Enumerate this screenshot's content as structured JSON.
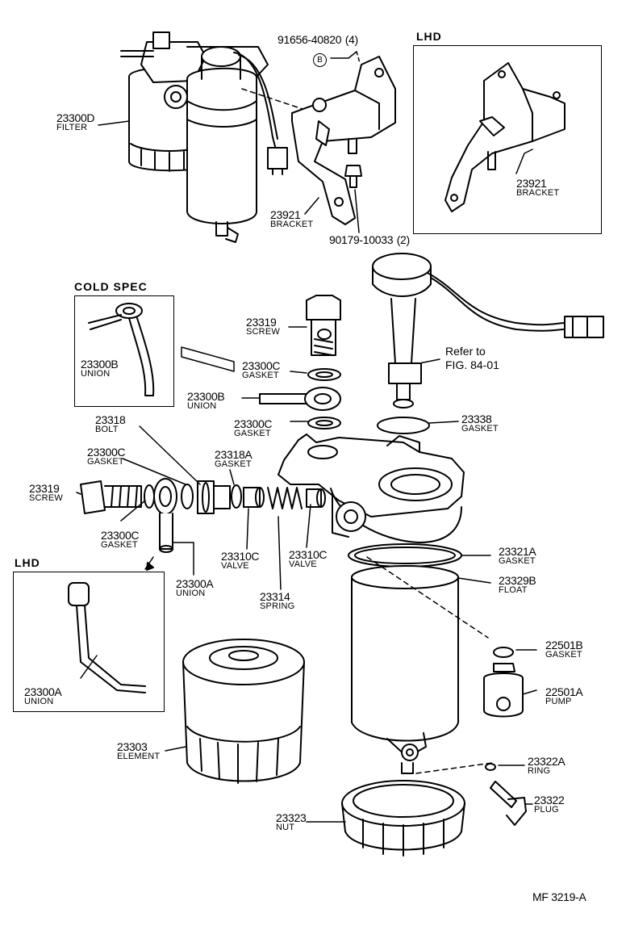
{
  "diagram": {
    "ref_code": "MF 3219-A",
    "boxes": {
      "lhd_top": "LHD",
      "cold_spec": "COLD SPEC",
      "lhd_bottom": "LHD"
    },
    "callouts": {
      "c23300D": {
        "part": "23300D",
        "name": "FILTER"
      },
      "c91656": {
        "part": "91656-40820",
        "qty": "(4)",
        "symbol": "B"
      },
      "c23921_main": {
        "part": "23921",
        "name": "BRACKET"
      },
      "c23921_lhd": {
        "part": "23921",
        "name": "BRACKET"
      },
      "c90179": {
        "part": "90179-10033",
        "qty": "(2)"
      },
      "c23300B_cold": {
        "part": "23300B",
        "name": "UNION"
      },
      "c23319_top": {
        "part": "23319",
        "name": "SCREW"
      },
      "c23300C_a": {
        "part": "23300C",
        "name": "GASKET"
      },
      "c23300B": {
        "part": "23300B",
        "name": "UNION"
      },
      "c23300C_b": {
        "part": "23300C",
        "name": "GASKET"
      },
      "c23318": {
        "part": "23318",
        "name": "BOLT"
      },
      "c23300C_c": {
        "part": "23300C",
        "name": "GASKET"
      },
      "c23318A": {
        "part": "23318A",
        "name": "GASKET"
      },
      "c23319_left": {
        "part": "23319",
        "name": "SCREW"
      },
      "c23300C_d": {
        "part": "23300C",
        "name": "GASKET"
      },
      "c23310C_a": {
        "part": "23310C",
        "name": "VALVE"
      },
      "c23310C_b": {
        "part": "23310C",
        "name": "VALVE"
      },
      "c23314": {
        "part": "23314",
        "name": "SPRING"
      },
      "c23300A": {
        "part": "23300A",
        "name": "UNION"
      },
      "c23300A_lhd": {
        "part": "23300A",
        "name": "UNION"
      },
      "c23338": {
        "part": "23338",
        "name": "GASKET"
      },
      "c23321A": {
        "part": "23321A",
        "name": "GASKET"
      },
      "c23329B": {
        "part": "23329B",
        "name": "FLOAT"
      },
      "c22501B": {
        "part": "22501B",
        "name": "GASKET"
      },
      "c22501A": {
        "part": "22501A",
        "name": "PUMP"
      },
      "c23303": {
        "part": "23303",
        "name": "ELEMENT"
      },
      "c23322A": {
        "part": "23322A",
        "name": "RING"
      },
      "c23322": {
        "part": "23322",
        "name": "PLUG"
      },
      "c23323": {
        "part": "23323",
        "name": "NUT"
      }
    },
    "refer": {
      "line1": "Refer to",
      "line2": "FIG. 84-01"
    }
  }
}
